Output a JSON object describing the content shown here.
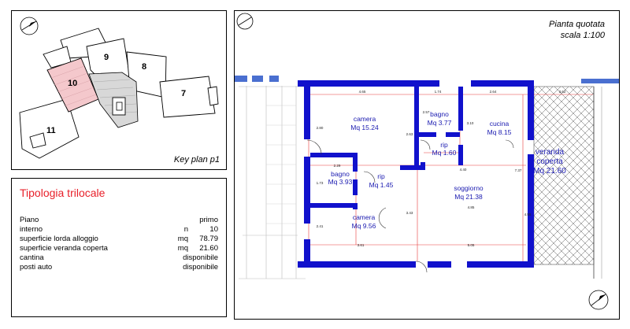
{
  "key_plan": {
    "caption": "Key plan p1",
    "units": [
      {
        "label": "7"
      },
      {
        "label": "8"
      },
      {
        "label": "9"
      },
      {
        "label": "10"
      },
      {
        "label": "11"
      }
    ]
  },
  "info": {
    "title": "Tipologia trilocale",
    "rows": [
      {
        "label": "Piano",
        "value": "primo"
      },
      {
        "label": "interno",
        "unit": "n",
        "value": "10"
      },
      {
        "label": "superficie lorda alloggio",
        "unit": "mq",
        "value": "78.79"
      },
      {
        "label": "superficie veranda  coperta",
        "unit": "mq",
        "value": "21.60"
      },
      {
        "label": "cantina",
        "value": "disponibile"
      },
      {
        "label": "posti auto",
        "value": "disponibile"
      }
    ]
  },
  "plan": {
    "title_line1": "Pianta quotata",
    "title_line2": "scala 1:100",
    "rooms": [
      {
        "name": "camera",
        "area": "Mq 15.24"
      },
      {
        "name": "bagno",
        "area": "Mq 3.77"
      },
      {
        "name": "cucina",
        "area": "Mq 8.15"
      },
      {
        "name": "rip",
        "area": "Mq 1.60"
      },
      {
        "name": "bagno",
        "area": "Mq 3.93"
      },
      {
        "name": "rip",
        "area": "Mq 1.45"
      },
      {
        "name": "soggiorno",
        "area": "Mq 21.38"
      },
      {
        "name": "camera",
        "area": "Mq 9.56"
      },
      {
        "name": "veranda",
        "name2": "coperta",
        "area": "Mq 21.60"
      }
    ],
    "dimensions": [
      "4.65",
      "1.74",
      "2.64",
      "3.62",
      "2.80",
      "2.63",
      "2.57",
      "3.10",
      "4.40",
      "7.37",
      "2.29",
      "1.73",
      "2.41",
      "3.43",
      "4.85",
      "5.05",
      "3.61",
      "4.55"
    ]
  },
  "colors": {
    "wall": "#1111cc",
    "dimension": "#e83a3a",
    "highlight": "#f4c8cc",
    "title": "#e8202a"
  }
}
